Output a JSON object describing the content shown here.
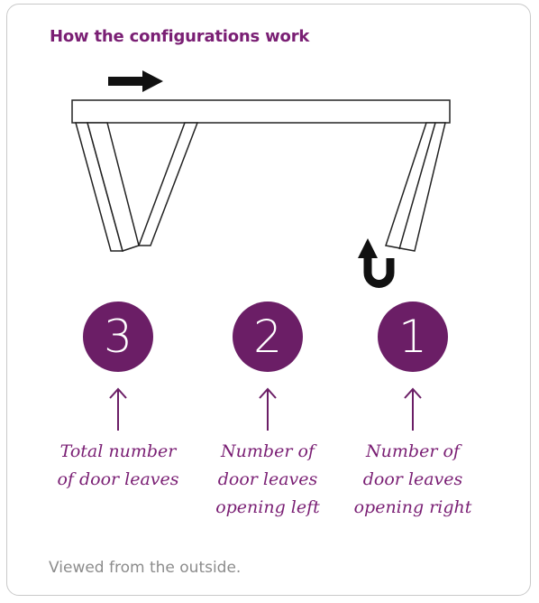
{
  "title": "How the configurations work",
  "numbers": {
    "total": "3",
    "left": "2",
    "right": "1"
  },
  "captions": {
    "total": [
      "Total number",
      "of door leaves"
    ],
    "left": [
      "Number of",
      "door leaves",
      "opening left"
    ],
    "right": [
      "Number of",
      "door leaves",
      "opening right"
    ]
  },
  "footer": "Viewed from the outside.",
  "colors": {
    "accent": "#6b1e66",
    "text_accent": "#7a1f74",
    "footer": "#8c8c8c"
  },
  "icons": [
    "arrow-right-icon",
    "u-turn-arrow-icon",
    "arrow-up-icon"
  ]
}
